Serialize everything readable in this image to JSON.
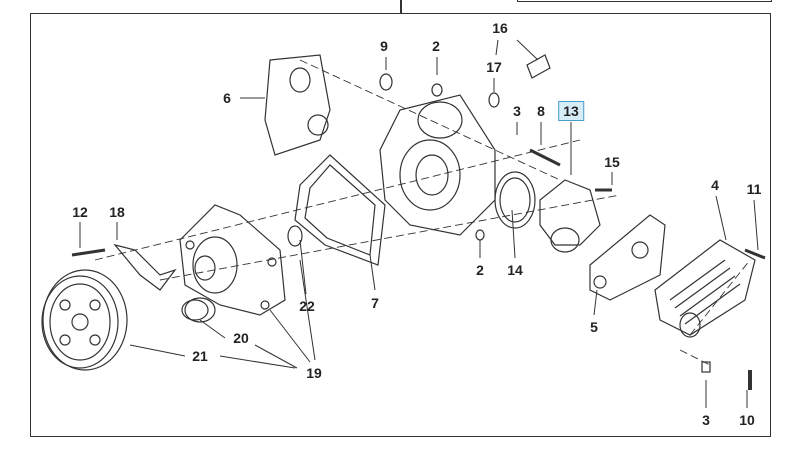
{
  "diagram": {
    "title": "Water pump / thermostat housing exploded view",
    "callouts": [
      {
        "id": "16",
        "label": "16",
        "highlight": false
      },
      {
        "id": "9",
        "label": "9",
        "highlight": false
      },
      {
        "id": "2a",
        "label": "2",
        "highlight": false
      },
      {
        "id": "17",
        "label": "17",
        "highlight": false
      },
      {
        "id": "6",
        "label": "6",
        "highlight": false
      },
      {
        "id": "3a",
        "label": "3",
        "highlight": false
      },
      {
        "id": "8",
        "label": "8",
        "highlight": false
      },
      {
        "id": "13",
        "label": "13",
        "highlight": true
      },
      {
        "id": "15",
        "label": "15",
        "highlight": false
      },
      {
        "id": "4",
        "label": "4",
        "highlight": false
      },
      {
        "id": "11",
        "label": "11",
        "highlight": false
      },
      {
        "id": "12",
        "label": "12",
        "highlight": false
      },
      {
        "id": "18",
        "label": "18",
        "highlight": false
      },
      {
        "id": "2b",
        "label": "2",
        "highlight": false
      },
      {
        "id": "14",
        "label": "14",
        "highlight": false
      },
      {
        "id": "7",
        "label": "7",
        "highlight": false
      },
      {
        "id": "22",
        "label": "22",
        "highlight": false
      },
      {
        "id": "5",
        "label": "5",
        "highlight": false
      },
      {
        "id": "20",
        "label": "20",
        "highlight": false
      },
      {
        "id": "21",
        "label": "21",
        "highlight": false
      },
      {
        "id": "19",
        "label": "19",
        "highlight": false
      },
      {
        "id": "3b",
        "label": "3",
        "highlight": false
      },
      {
        "id": "10",
        "label": "10",
        "highlight": false
      }
    ],
    "colors": {
      "line": "#333333",
      "highlight_fill": "#d6ecf7",
      "highlight_border": "#4a9ccc"
    }
  }
}
